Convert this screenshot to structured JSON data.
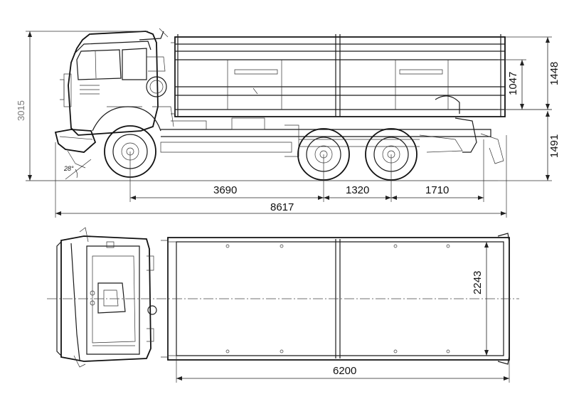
{
  "dimensions": {
    "overall_height": "3015",
    "side_height": "1448",
    "side_inner_height": "1047",
    "frame_height": "1491",
    "wheelbase_front": "3690",
    "rear_axle_spacing": "1320",
    "rear_overhang": "1710",
    "overall_length": "8617",
    "body_width": "2243",
    "body_length": "6200",
    "approach_angle": "28°"
  }
}
